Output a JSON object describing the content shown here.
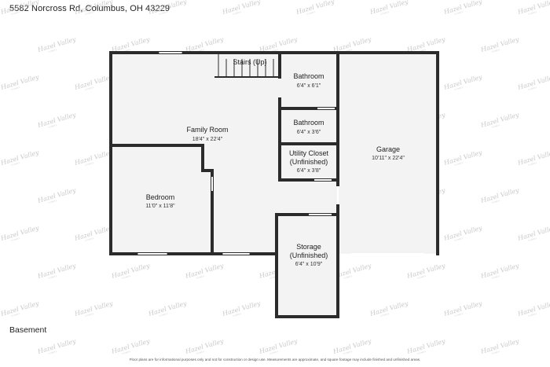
{
  "header": {
    "address": "5582 Norcross Rd, Columbus, OH 43229"
  },
  "floor": {
    "label": "Basement"
  },
  "footer": {
    "disclaimer": "Floor plans are for informational purposes only and not for construction or design use. Measurements are approximate, and square footage may include finished and unfinished areas."
  },
  "watermark": {
    "text": "Hazel Valley",
    "subtext": "HOMES"
  },
  "rooms": {
    "stairs": {
      "name": "Stairs (Up)"
    },
    "bathroom1": {
      "name": "Bathroom",
      "dims": "6'4\" x 6'1\""
    },
    "bathroom2": {
      "name": "Bathroom",
      "dims": "6'4\" x 3'6\""
    },
    "family_room": {
      "name": "Family Room",
      "dims": "18'4\" x 22'4\""
    },
    "utility_closet": {
      "name_line1": "Utility Closet",
      "name_line2": "(Unfinished)",
      "dims": "6'4\" x 3'8\""
    },
    "garage": {
      "name": "Garage",
      "dims": "10'11\" x 22'4\""
    },
    "bedroom": {
      "name": "Bedroom",
      "dims": "11'0\" x 11'8\""
    },
    "storage": {
      "name_line1": "Storage",
      "name_line2": "(Unfinished)",
      "dims": "6'4\" x 10'9\""
    }
  },
  "colors": {
    "wall": "#2b2b2b",
    "floor": "#f3f3f3",
    "window": "#ffffff",
    "watermark": "#c9c9c9"
  }
}
